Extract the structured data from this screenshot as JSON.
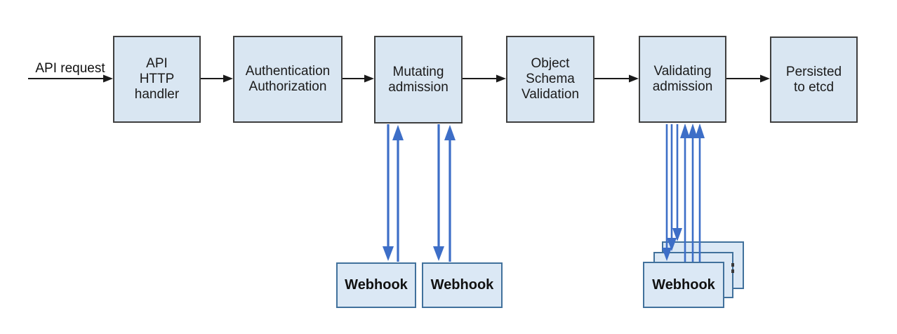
{
  "diagram": {
    "request_label": "API request",
    "pipeline": [
      "API\nHTTP\nhandler",
      "Authentication\nAuthorization",
      "Mutating\nadmission",
      "Object\nSchema\nValidation",
      "Validating\nadmission",
      "Persisted\nto etcd"
    ],
    "mutating_webhooks": [
      "Webhook",
      "Webhook"
    ],
    "validating_webhook": "Webhook",
    "colors": {
      "box_fill": "#d9e6f2",
      "webhook_fill": "#dbe8f5",
      "box_border": "#3f3f3f",
      "webhook_border": "#41719c",
      "arrow_color": "#1a1a1a",
      "webhook_arrow_color": "#3d6ec7",
      "text_color": "#1b1b1b"
    }
  }
}
